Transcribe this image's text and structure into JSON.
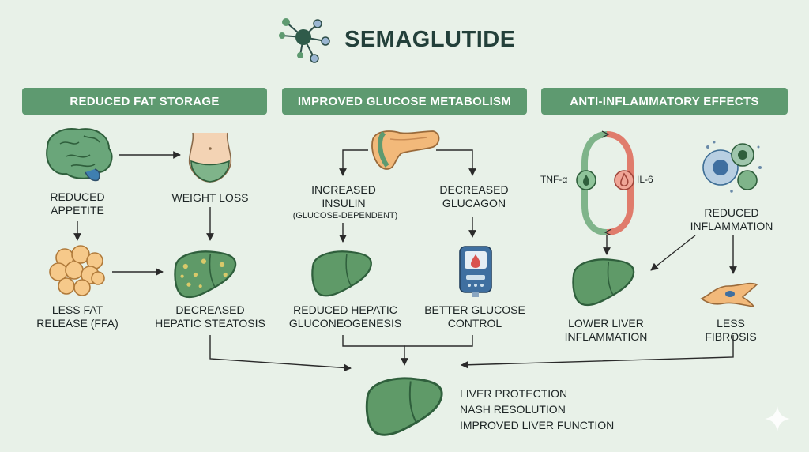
{
  "title": "SEMAGLUTIDE",
  "sections": [
    {
      "header": "REDUCED FAT STORAGE"
    },
    {
      "header": "IMPROVED GLUCOSE METABOLISM"
    },
    {
      "header": "ANTI-INFLAMMATORY EFFECTS"
    }
  ],
  "fat": {
    "reduced_appetite": "REDUCED\nAPPETITE",
    "weight_loss": "WEIGHT LOSS",
    "less_fat_release": "LESS FAT\nRELEASE (FFA)",
    "decreased_steatosis": "DECREASED\nHEPATIC STEATOSIS"
  },
  "glucose": {
    "increased_insulin": "INCREASED\nINSULIN",
    "glucose_dependent": "(GLUCOSE-DEPENDENT)",
    "decreased_glucagon": "DECREASED\nGLUCAGON",
    "reduced_gluconeogenesis": "REDUCED HEPATIC\nGLUCONEOGENESIS",
    "better_glucose": "BETTER GLUCOSE\nCONTROL"
  },
  "inflammation": {
    "tnf": "TNF-α",
    "il6": "IL-6",
    "reduced_inflammation": "REDUCED\nINFLAMMATION",
    "lower_liver_inflammation": "LOWER LIVER\nINFLAMMATION",
    "less_fibrosis": "LESS FIBROSIS"
  },
  "outcome": {
    "lines": [
      "LIVER PROTECTION",
      "NASH RESOLUTION",
      "IMPROVED LIVER FUNCTION"
    ]
  },
  "colors": {
    "background": "#e8f1e8",
    "header": "#5e9a70",
    "liver": "#5f9a68",
    "liver_dark": "#2f5f3c",
    "fat": "#f6c98a",
    "pancreas": "#f2b97a",
    "cycle_red": "#e07c6c",
    "cycle_green": "#7fb48a"
  }
}
